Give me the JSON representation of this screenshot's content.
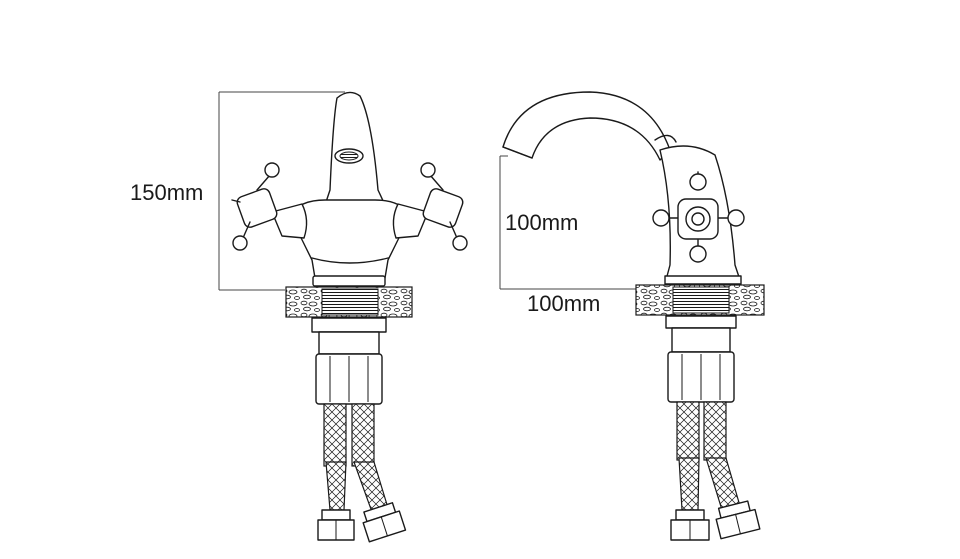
{
  "dimensions": {
    "front_height": "150mm",
    "side_spout_height": "100mm",
    "side_spout_reach": "100mm"
  },
  "colors": {
    "line": "#1a1a1a",
    "background": "#ffffff"
  }
}
